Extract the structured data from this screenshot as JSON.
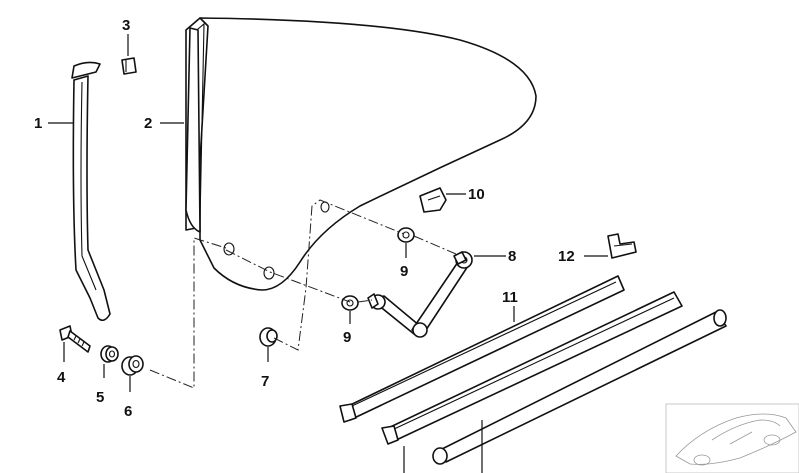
{
  "callouts": {
    "p1": "1",
    "p2": "2",
    "p3": "3",
    "p4": "4",
    "p5": "5",
    "p6": "6",
    "p7": "7",
    "p8": "8",
    "p9a": "9",
    "p9b": "9",
    "p10": "10",
    "p11": "11",
    "p12": "12"
  }
}
